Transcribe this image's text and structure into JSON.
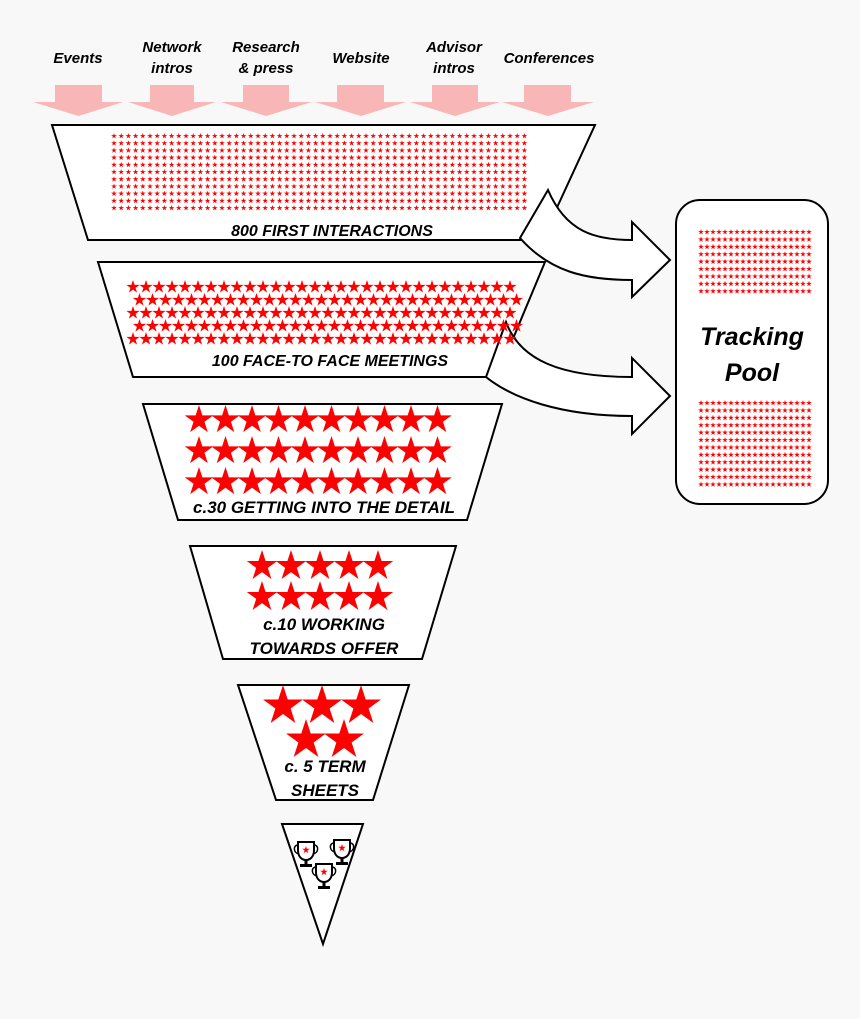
{
  "sources": [
    "Events",
    "Network\nintros",
    "Research\n& press",
    "Website",
    "Advisor\nintros",
    "Conferences"
  ],
  "stages": [
    {
      "label": "800 FIRST INTERACTIONS"
    },
    {
      "label": "100 FACE-TO FACE MEETINGS"
    },
    {
      "label": "c.30 GETTING INTO THE DETAIL"
    },
    {
      "label_lines": [
        "c.10 WORKING",
        "TOWARDS OFFER"
      ]
    },
    {
      "label_lines": [
        "c. 5 TERM",
        "SHEETS"
      ]
    }
  ],
  "tracking_pool": {
    "title_lines": [
      "Tracking",
      "Pool"
    ]
  },
  "final_icons": [
    "trophy-icon",
    "trophy-icon",
    "trophy-icon"
  ],
  "colors": {
    "star": "#ff0000",
    "arrow_fill": "#f8b6b6",
    "outline": "#000000",
    "background": "#f8f8f8"
  }
}
